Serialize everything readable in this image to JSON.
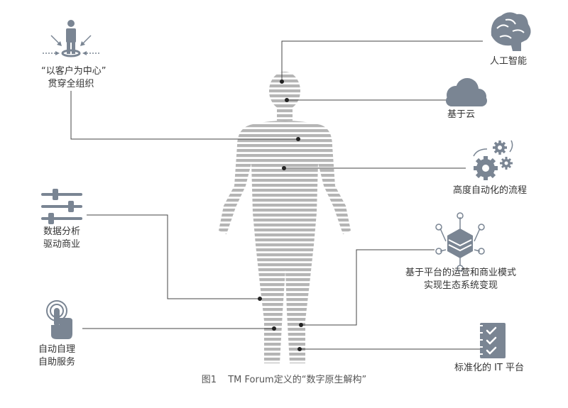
{
  "labels": {
    "customer_line1": "“以客户为中心”",
    "customer_line2": "贯穿全组织",
    "ai": "人工智能",
    "cloud": "基于云",
    "automation": "高度自动化的流程",
    "data_line1": "数据分析",
    "data_line2": "驱动商业",
    "platform_line1": "基于平台的运营和商业模式",
    "platform_line2": "实现生态系统变现",
    "self_service_line1": "自动自理",
    "self_service_line2": "自助服务",
    "it_platform": "标准化的 IT 平台"
  },
  "caption": {
    "figure_number": "图1",
    "title": "TM Forum定义的“数字原生解构”"
  },
  "colors": {
    "icon": "#7a8593",
    "line": "#444444",
    "body_stripe": "#b8b8b8",
    "dot": "#222222"
  },
  "icons": [
    "person-target-icon",
    "brain-icon",
    "cloud-icon",
    "gears-icon",
    "sliders-icon",
    "hexagon-cube-icon",
    "touch-hand-icon",
    "checklist-icon"
  ]
}
